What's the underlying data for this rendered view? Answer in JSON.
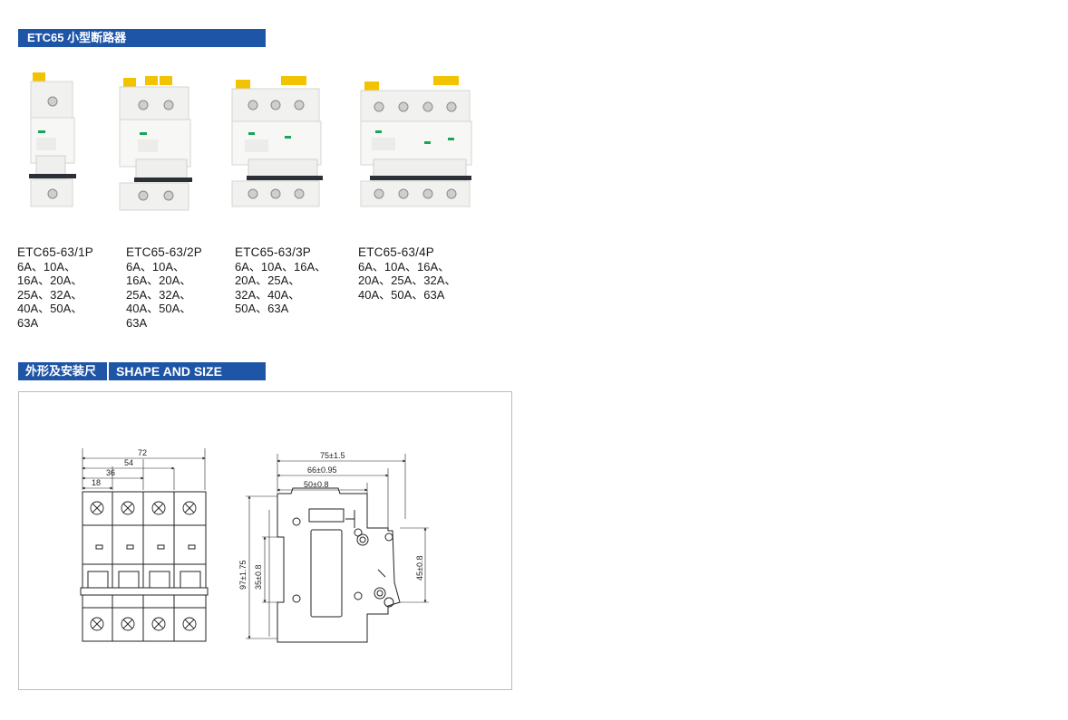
{
  "header": {
    "product_banner": "ETC65 小型断路器",
    "section_cn": "外形及安装尺寸",
    "section_en": "SHAPE AND SIZE"
  },
  "products": [
    {
      "model": "ETC65-63/1P",
      "ratings": [
        "6A、10A、",
        "16A、20A、",
        "25A、32A、",
        "40A、50A、",
        "63A"
      ]
    },
    {
      "model": "ETC65-63/2P",
      "ratings": [
        "6A、10A、",
        "16A、20A、",
        "25A、32A、",
        "40A、50A、",
        "63A"
      ]
    },
    {
      "model": "ETC65-63/3P",
      "ratings": [
        "6A、10A、16A、",
        "20A、25A、",
        "32A、40A、",
        "50A、63A"
      ]
    },
    {
      "model": "ETC65-63/4P",
      "ratings": [
        "6A、10A、16A、",
        "20A、25A、32A、",
        "40A、50A、63A"
      ]
    }
  ],
  "drawing": {
    "front_dims": {
      "d72": "72",
      "d54": "54",
      "d36": "36",
      "d18": "18"
    },
    "side_dims": {
      "d75": "75±1.5",
      "d66": "66±0.95",
      "d50": "50±0.8",
      "d97": "97±1.75",
      "d35": "35±0.8",
      "d45": "45±0.8"
    }
  },
  "colors": {
    "banner": "#1e55a6",
    "handle": "#2b2f36",
    "clip": "#f2c300",
    "body": "#f4f4f2"
  }
}
